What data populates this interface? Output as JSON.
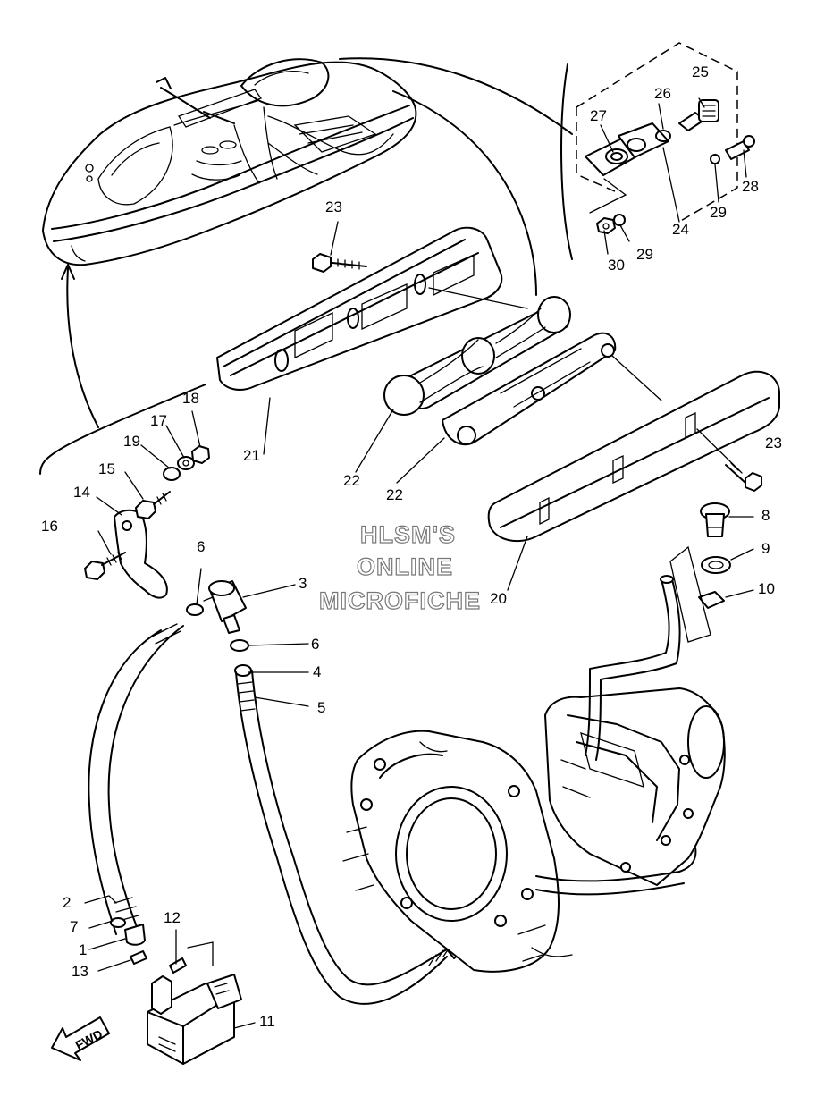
{
  "watermark": {
    "line1": "HLSM'S",
    "line2": "ONLINE",
    "line3": "MICROFICHE"
  },
  "direction_arrow": {
    "label": "FWD",
    "icon": "arrow-left-icon"
  },
  "callouts": [
    {
      "id": "c1",
      "label": "1"
    },
    {
      "id": "c2",
      "label": "2"
    },
    {
      "id": "c3",
      "label": "3"
    },
    {
      "id": "c4",
      "label": "4"
    },
    {
      "id": "c5",
      "label": "5"
    },
    {
      "id": "c6a",
      "label": "6"
    },
    {
      "id": "c6b",
      "label": "6"
    },
    {
      "id": "c7",
      "label": "7"
    },
    {
      "id": "c8",
      "label": "8"
    },
    {
      "id": "c9",
      "label": "9"
    },
    {
      "id": "c10",
      "label": "10"
    },
    {
      "id": "c11",
      "label": "11"
    },
    {
      "id": "c12",
      "label": "12"
    },
    {
      "id": "c13",
      "label": "13"
    },
    {
      "id": "c14",
      "label": "14"
    },
    {
      "id": "c15",
      "label": "15"
    },
    {
      "id": "c16",
      "label": "16"
    },
    {
      "id": "c17",
      "label": "17"
    },
    {
      "id": "c18",
      "label": "18"
    },
    {
      "id": "c19",
      "label": "19"
    },
    {
      "id": "c20",
      "label": "20"
    },
    {
      "id": "c21",
      "label": "21"
    },
    {
      "id": "c22a",
      "label": "22"
    },
    {
      "id": "c22b",
      "label": "22"
    },
    {
      "id": "c23a",
      "label": "23"
    },
    {
      "id": "c23b",
      "label": "23"
    },
    {
      "id": "c24",
      "label": "24"
    },
    {
      "id": "c25",
      "label": "25"
    },
    {
      "id": "c26",
      "label": "26"
    },
    {
      "id": "c27",
      "label": "27"
    },
    {
      "id": "c28",
      "label": "28"
    },
    {
      "id": "c29a",
      "label": "29"
    },
    {
      "id": "c29b",
      "label": "29"
    },
    {
      "id": "c30",
      "label": "30"
    }
  ]
}
